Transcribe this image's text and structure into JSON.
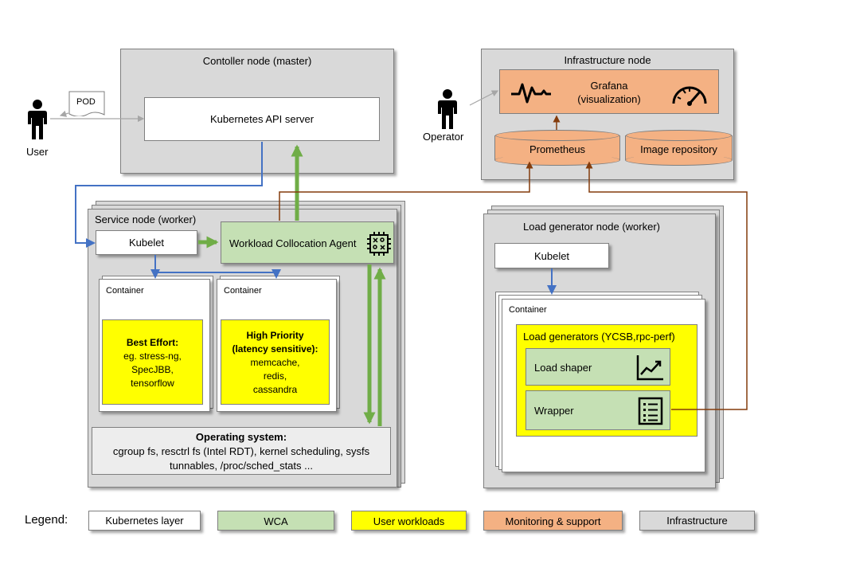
{
  "controller": {
    "title": "Contoller node (master)",
    "api_server": "Kubernetes API server"
  },
  "user": {
    "label": "User",
    "pod": "POD"
  },
  "infra": {
    "title": "Infrastructure node",
    "grafana": "Grafana",
    "grafana_sub": "(visualization)",
    "prometheus": "Prometheus",
    "image_repo": "Image repository"
  },
  "operator": {
    "label": "Operator"
  },
  "service": {
    "title": "Service node (worker)",
    "kubelet": "Kubelet",
    "wca": "Workload Collocation Agent",
    "container_left": {
      "label": "Container",
      "title": "Best Effort:",
      "lines": [
        "eg. stress-ng,",
        "SpecJBB,",
        "tensorflow"
      ]
    },
    "container_right": {
      "label": "Container",
      "title_lines": [
        "High Priority",
        "(latency sensitive):"
      ],
      "lines": [
        "memcache,",
        "redis,",
        "cassandra"
      ]
    },
    "os": {
      "title": "Operating system:",
      "lines": [
        "cgroup fs, resctrl fs (Intel RDT), kernel scheduling, sysfs",
        "tunnables, /proc/sched_stats ..."
      ]
    }
  },
  "loadgen": {
    "title": "Load generator node (worker)",
    "kubelet": "Kubelet",
    "container": "Container",
    "generators": "Load generators (YCSB,rpc-perf)",
    "shaper": "Load shaper",
    "wrapper": "Wrapper"
  },
  "legend": {
    "label": "Legend:",
    "items": [
      {
        "label": "Kubernetes layer",
        "color": "#ffffff"
      },
      {
        "label": "WCA",
        "color": "#c5e0b4"
      },
      {
        "label": "User workloads",
        "color": "#ffff00"
      },
      {
        "label": "Monitoring & support",
        "color": "#f4b183"
      },
      {
        "label": "Infrastructure",
        "color": "#d9d9d9"
      }
    ]
  },
  "colors": {
    "blue_arrow": "#4472c4",
    "green_arrow": "#70ad47",
    "brown_arrow": "#843c0c",
    "gray_arrow": "#a6a6a6"
  }
}
